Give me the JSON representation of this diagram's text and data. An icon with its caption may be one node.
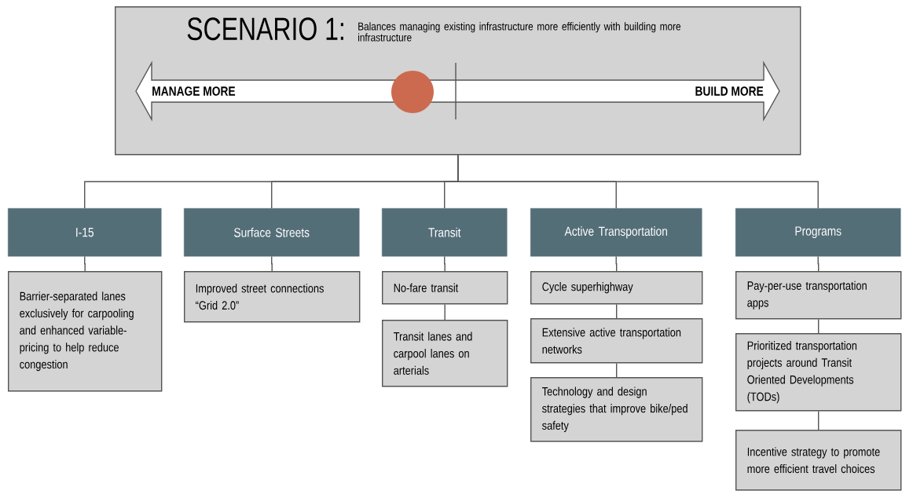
{
  "diagram": {
    "nodes": [
      {
        "text": [
          "SCENARIO 1:",
          "Balances managing existing infrastructure more efficiently with building more infrastructure"
        ]
      },
      {
        "text": [
          "MANAGE MORE",
          "BUILD MORE"
        ],
        "in": 0
      },
      {
        "text": [
          "I-15"
        ]
      },
      {
        "text": [
          "Surface Streets"
        ]
      },
      {
        "text": [
          "Transit"
        ]
      },
      {
        "text": [
          "Active Transportation"
        ]
      },
      {
        "text": [
          "Programs"
        ]
      },
      {
        "text": [
          "Barrier-separated lanes exclusively for carpooling and enhanced variable-pricing to help reduce congestion"
        ]
      },
      {
        "text": [
          "Improved street connections “Grid 2.0”"
        ]
      },
      {
        "text": [
          "No-fare transit"
        ]
      },
      {
        "text": [
          "Transit lanes and carpool lanes on arterials"
        ]
      },
      {
        "text": [
          "Cycle superhighway"
        ]
      },
      {
        "text": [
          "Extensive active transportation networks"
        ]
      },
      {
        "text": [
          "Technology and design strategies that improve bike/ped safety"
        ]
      },
      {
        "text": [
          "Pay-per-use transportation apps"
        ]
      },
      {
        "text": [
          "Prioritized transportation projects around Transit Oriented Developments (TODs)"
        ]
      },
      {
        "text": [
          "Incentive strategy to promote more efficient travel choices"
        ]
      }
    ],
    "edges": [
      {
        "from": 0,
        "to": 2,
        "arrow": "none"
      },
      {
        "from": 0,
        "to": 3,
        "arrow": "none"
      },
      {
        "from": 0,
        "to": 4,
        "arrow": "none"
      },
      {
        "from": 0,
        "to": 5,
        "arrow": "none"
      },
      {
        "from": 0,
        "to": 6,
        "arrow": "none"
      },
      {
        "from": 2,
        "to": 7,
        "arrow": "none"
      },
      {
        "from": 3,
        "to": 8,
        "arrow": "none"
      },
      {
        "from": 4,
        "to": 9,
        "arrow": "none"
      },
      {
        "from": 9,
        "to": 10,
        "arrow": "none"
      },
      {
        "from": 5,
        "to": 11,
        "arrow": "none"
      },
      {
        "from": 11,
        "to": 12,
        "arrow": "none"
      },
      {
        "from": 12,
        "to": 13,
        "arrow": "none"
      },
      {
        "from": 6,
        "to": 14,
        "arrow": "none"
      },
      {
        "from": 14,
        "to": 15,
        "arrow": "none"
      },
      {
        "from": 15,
        "to": 16,
        "arrow": "none"
      }
    ]
  }
}
